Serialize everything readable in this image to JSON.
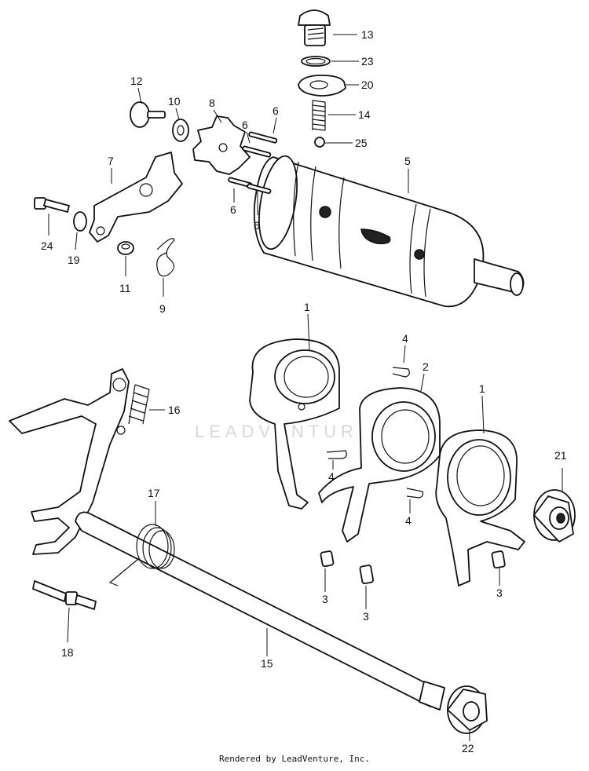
{
  "watermark": "LEADVENTURE",
  "footer": "Rendered by LeadVenture, Inc.",
  "callouts": {
    "c13": "13",
    "c23": "23",
    "c20": "20",
    "c14": "14",
    "c25": "25",
    "c12": "12",
    "c10": "10",
    "c8": "8",
    "c6a": "6",
    "c6b": "6",
    "c6c": "6",
    "c6d": "6",
    "c5": "5",
    "c7": "7",
    "c24": "24",
    "c19": "19",
    "c11": "11",
    "c9": "9",
    "c1a": "1",
    "c4a": "4",
    "c2": "2",
    "c1b": "1",
    "c4b": "4",
    "c4c": "4",
    "c21": "21",
    "c16": "16",
    "c17": "17",
    "c3a": "3",
    "c3b": "3",
    "c3c": "3",
    "c18": "18",
    "c15": "15",
    "c22": "22"
  }
}
